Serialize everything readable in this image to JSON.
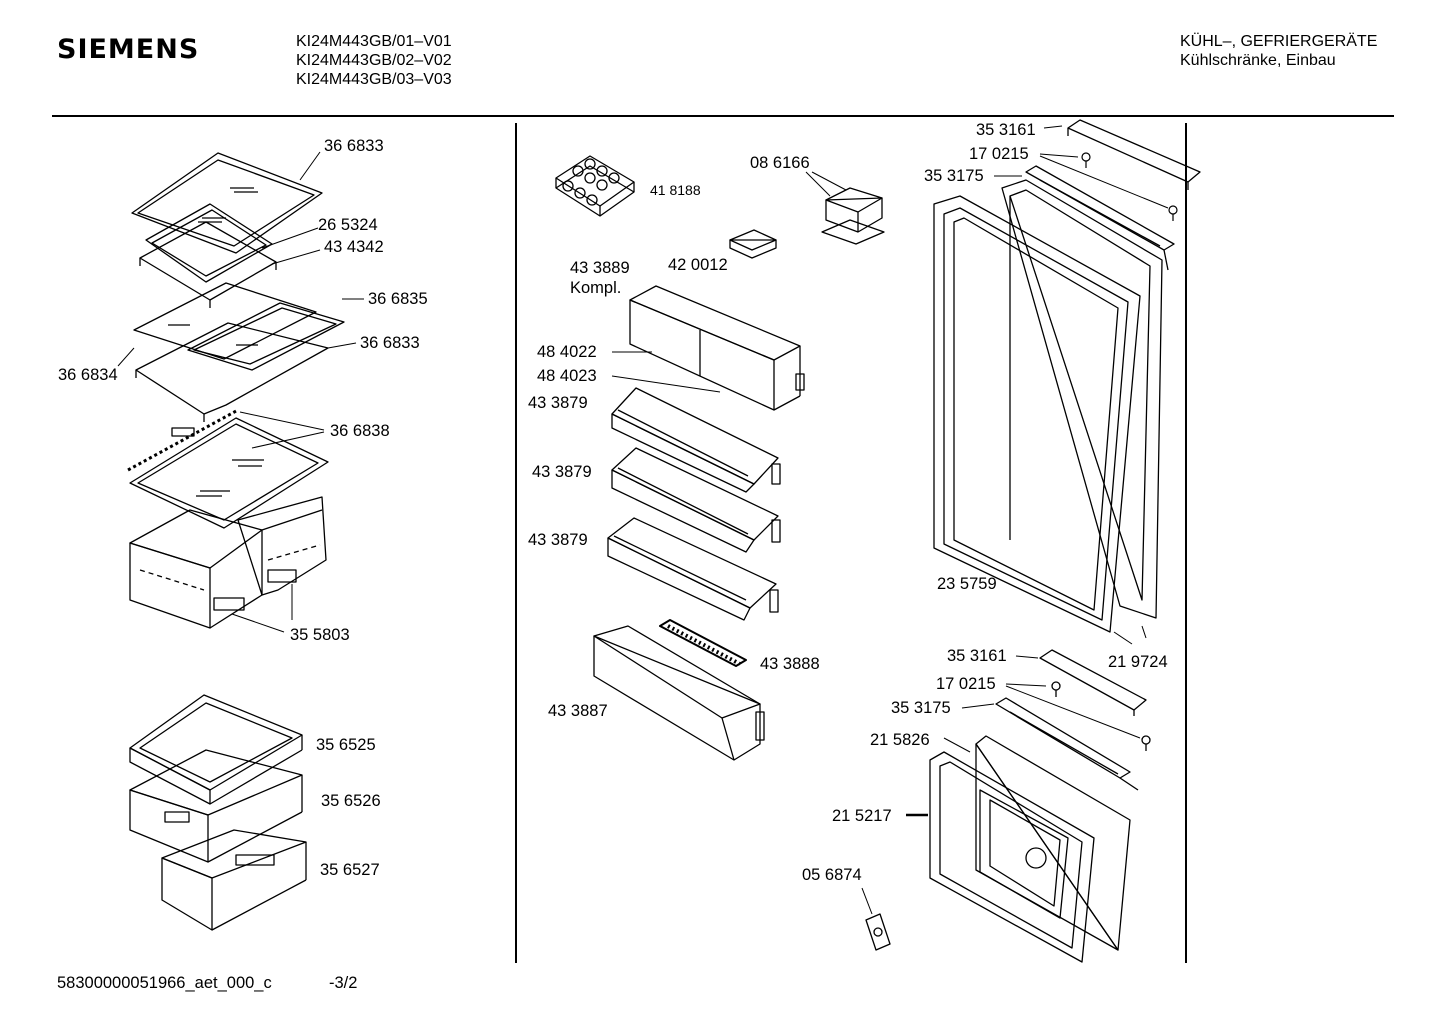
{
  "header": {
    "brand": "SIEMENS",
    "models": [
      "KI24M443GB/01–V01",
      "KI24M443GB/02–V02",
      "KI24M443GB/03–V03"
    ],
    "category": "KÜHL–, GEFRIERGERÄTE",
    "subcategory": "Kühlschränke, Einbau"
  },
  "labels": {
    "l366833a": "36 6833",
    "l265324": "26 5324",
    "l434342": "43 4342",
    "l366835": "36 6835",
    "l366833b": "36 6833",
    "l366834": "36 6834",
    "l366838": "36 6838",
    "l355803": "35 5803",
    "l356525": "35 6525",
    "l356526": "35 6526",
    "l356527": "35 6527",
    "l418188": "41 8188",
    "l086166": "08 6166",
    "l420012": "42 0012",
    "l433889": "43 3889",
    "kompl": "Kompl.",
    "l484022": "48 4022",
    "l484023": "48 4023",
    "l433879a": "43 3879",
    "l433879b": "43 3879",
    "l433879c": "43 3879",
    "l433888": "43 3888",
    "l433887": "43 3887",
    "l353161a": "35 3161",
    "l170215a": "17 0215",
    "l353175a": "35 3175",
    "l235759": "23 5759",
    "l219724": "21 9724",
    "l353161b": "35 3161",
    "l170215b": "17 0215",
    "l353175b": "35 3175",
    "l215826": "21 5826",
    "l215217": "21 5217",
    "l056874": "05 6874"
  },
  "footer": {
    "doc_id": "58300000051966_aet_000_c",
    "page": "-3/2"
  }
}
